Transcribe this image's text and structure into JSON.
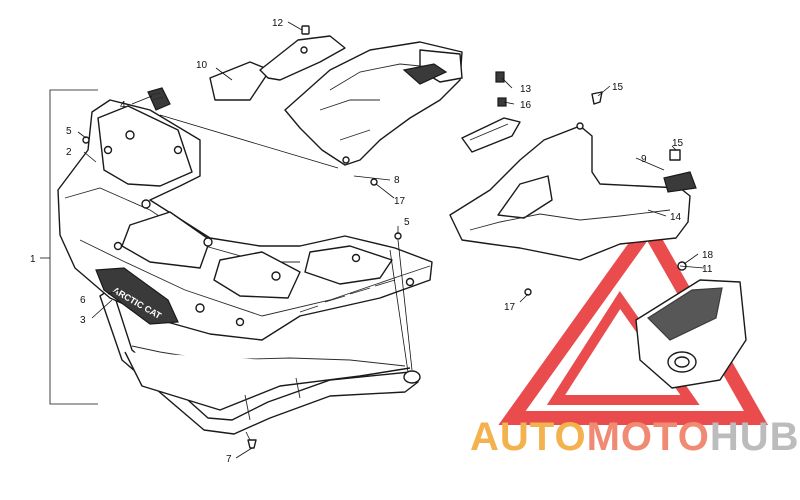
{
  "callouts": [
    "1",
    "2",
    "3",
    "4",
    "5",
    "5",
    "6",
    "7",
    "8",
    "9",
    "10",
    "11",
    "12",
    "13",
    "14",
    "15",
    "15",
    "16",
    "17",
    "17",
    "18"
  ],
  "decal_text": "ARCTIC CAT",
  "watermark": {
    "part1": "AUTO",
    "part2": "MOTO",
    "part3": "HUB",
    "colors": {
      "part1": "#f3b24d",
      "part2": "#f08a72",
      "part3": "#bcbcbc",
      "logo": "#e8383a"
    }
  }
}
